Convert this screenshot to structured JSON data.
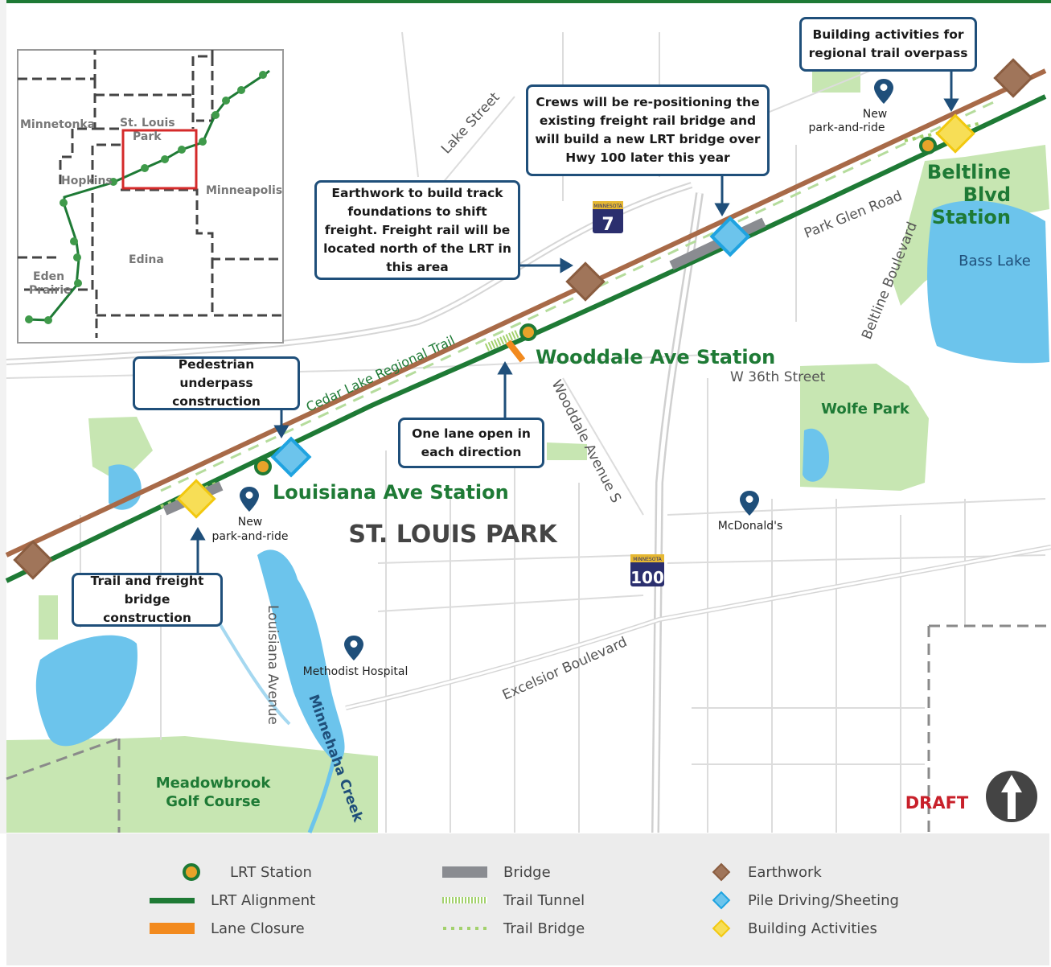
{
  "map": {
    "city_label": "ST. LOUIS PARK",
    "stations": {
      "beltline": "Beltline Blvd Station",
      "beltline_lines": [
        "Beltline",
        "Blvd",
        "Station"
      ],
      "wooddale": "Wooddale Ave Station",
      "louisiana": "Louisiana Ave Station"
    },
    "streets": {
      "lake_street": "Lake Street",
      "park_glen": "Park Glen Road",
      "beltline_blvd": "Beltline Boulevard",
      "w36th": "W 36th Street",
      "wooddale_ave": "Wooddale Avenue S",
      "excelsior": "Excelsior Boulevard",
      "louisiana_ave": "Louisiana Avenue",
      "creek": "Minnehaha Creek",
      "trail": "Cedar Lake Regional Trail"
    },
    "places": {
      "bass_lake": "Bass Lake",
      "wolfe_park": "Wolfe Park",
      "meadowbrook_lines": [
        "Meadowbrook",
        "Golf Course"
      ],
      "mcdonalds": "McDonald's",
      "methodist": "Methodist Hospital",
      "park_ride_lines": [
        "New",
        "park-and-ride"
      ]
    },
    "shields": {
      "hwy7": "7",
      "hwy100": "100",
      "state": "MINNESOTA"
    },
    "draft": "DRAFT",
    "north_arrow": "north-arrow-icon"
  },
  "inset": {
    "labels": {
      "minnetonka": "Minnetonka",
      "st_louis_park_lines": [
        "St. Louis",
        "Park"
      ],
      "hopkins": "Hopkins",
      "minneapolis": "Minneapolis",
      "edina": "Edina",
      "eden_prairie_lines": [
        "Eden",
        "Prairie"
      ]
    }
  },
  "callouts": {
    "regional_trail_overpass": "Building activities for regional trail overpass",
    "freight_bridge": "Crews will be re-positioning the existing freight rail bridge and will build a new LRT bridge over Hwy 100 later this year",
    "earthwork": "Earthwork to build track foundations to shift freight. Freight rail will be located north of the LRT in this area",
    "ped_underpass": "Pedestrian underpass construction",
    "one_lane": "One lane open in each direction",
    "trail_freight_bridge": "Trail and freight bridge construction"
  },
  "legend": {
    "items": [
      {
        "label": "LRT Station",
        "symbol": "lrt-station-icon"
      },
      {
        "label": "LRT Alignment",
        "symbol": "lrt-alignment-line"
      },
      {
        "label": "Lane Closure",
        "symbol": "lane-closure-bar"
      },
      {
        "label": "Bridge",
        "symbol": "bridge-bar"
      },
      {
        "label": "Trail Tunnel",
        "symbol": "trail-tunnel-bar"
      },
      {
        "label": "Trail Bridge",
        "symbol": "trail-bridge-dots"
      },
      {
        "label": "Earthwork",
        "symbol": "earthwork-diamond-icon"
      },
      {
        "label": "Pile Driving/Sheeting",
        "symbol": "pile-driving-diamond-icon"
      },
      {
        "label": "Building Activities",
        "symbol": "building-activities-diamond-icon"
      }
    ]
  },
  "colors": {
    "lrt_green": "#1e7a35",
    "freight_brown": "#a86a48",
    "water": "#6cc4ec",
    "park_green": "#b5dc9c",
    "callout_border": "#1f4f7a",
    "station_label_green": "#1e7a35",
    "earthwork": "#a0755a",
    "pile_driving": "#3ab2e6",
    "building": "#f7de56",
    "lane_closure": "#f28a1e",
    "bridge": "#8a8c91",
    "draft_red": "#c8202a"
  }
}
